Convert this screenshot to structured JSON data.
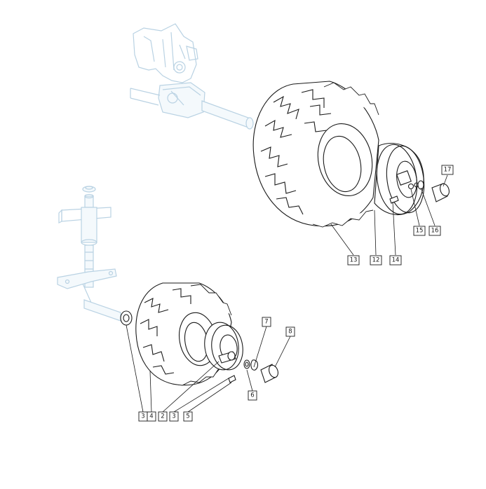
{
  "colors": {
    "ink": "#1a1a1a",
    "ghost_outline": "#b9d2e3",
    "background": "#ffffff"
  },
  "callouts": [
    {
      "id": "c13",
      "label": "13"
    },
    {
      "id": "c12",
      "label": "12"
    },
    {
      "id": "c14",
      "label": "14"
    },
    {
      "id": "c15",
      "label": "15"
    },
    {
      "id": "c16",
      "label": "16"
    },
    {
      "id": "c17",
      "label": "17"
    },
    {
      "id": "c7",
      "label": "7"
    },
    {
      "id": "c8",
      "label": "8"
    },
    {
      "id": "c6",
      "label": "6"
    },
    {
      "id": "c3a",
      "label": "3"
    },
    {
      "id": "c4",
      "label": "4"
    },
    {
      "id": "c2",
      "label": "2"
    },
    {
      "id": "c3b",
      "label": "3"
    },
    {
      "id": "c5",
      "label": "5"
    }
  ]
}
